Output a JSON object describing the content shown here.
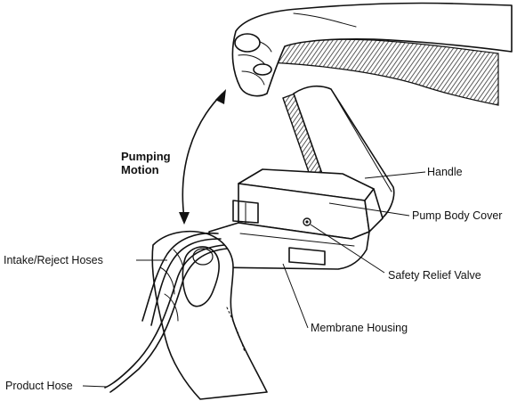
{
  "motion_label": {
    "line1": "Pumping",
    "line2": "Motion"
  },
  "labels": {
    "handle": "Handle",
    "pump_body_cover": "Pump Body Cover",
    "safety_relief_valve": "Safety Relief Valve",
    "membrane_housing": "Membrane Housing",
    "intake_reject_hoses": "Intake/Reject Hoses",
    "product_hose": "Product Hose"
  }
}
